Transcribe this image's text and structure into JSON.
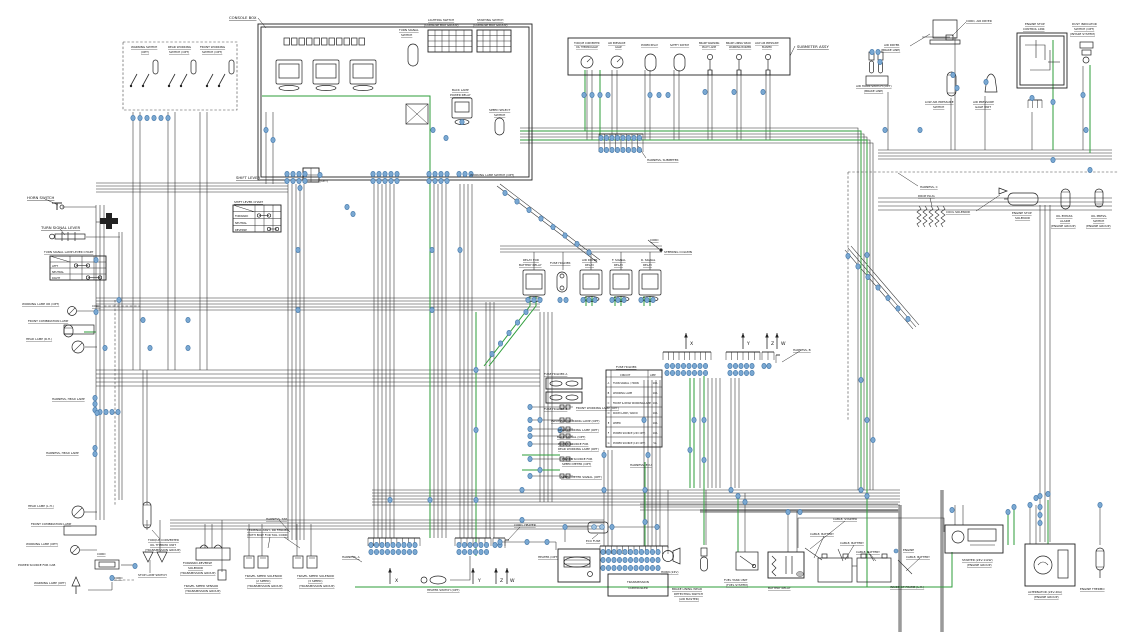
{
  "optbox": {
    "warning_l1": "WARNING SWITCH",
    "warning_l2": "(OPT)",
    "rear_l1": "REAR WORKING",
    "rear_l2": "SWITCH (OPT)",
    "front_l1": "FRONT WORKING",
    "front_l2": "SWITCH (OPT)"
  },
  "console": {
    "title": "CONSOLE BOX",
    "lighting_l1": "LIGHTING SWITCH",
    "lighting_l2": "(CONSOLE BOX GROUP)",
    "starting_l1": "STARTING SWITCH",
    "starting_l2": "(CONSOLE BOX GROUP)",
    "turn_l1": "TURN SIGNAL",
    "turn_l2": "SWITCH",
    "back_relay_l1": "BACK LAMP",
    "back_relay_l2": "POWER RELAY",
    "speed_sel_l1": "SPEED SELECT",
    "speed_sel_l2": "SWITCH",
    "work_sw": "WORKING LAMP SWITCH (OPT)",
    "opt_tag": "(OPT)"
  },
  "submeter": {
    "title": "SUBMETER ASSY",
    "g1_l1": "TORQUE CONVERTER",
    "g1_l2": "OIL THERMOGAGE",
    "g2_l1": "AIR PRESSURE",
    "g2_l2": "GAGE",
    "g3": "POWER RELAY",
    "g4": "SAFETY SWITCH",
    "g5_l1": "BRAKE WARNING",
    "g5_l2": "PILOT LAMP",
    "g6_l1": "BRAKE LINING WEAR",
    "g6_l2": "WARNING BUZZER",
    "g7_l1": "LOW AIR PRESSURE",
    "g7_l2": "BUZZER"
  },
  "topright": {
    "cord_air_dryer": "CORD, AIR DRYER",
    "air_dryer_l1": "AIR DRYER",
    "air_dryer_l2": "(BRAKE LINE)",
    "esl_l1": "ENGINE STOP",
    "esl_l2": "CONTROL LINK",
    "dust_l1": "DUST INDICATOR",
    "dust_l2": "SWITCH (OPT)",
    "dust_l3": "(INTAKE SYSTEM)",
    "airhorn_l1": "AIR HORN SWITCH (OPT)",
    "airhorn_l2": "(BRAKE LINE)",
    "lowair_l1": "LOW AIR PRESSURE",
    "lowair_l2": "SWITCH",
    "gageunit_l1": "AIR PRESSURE",
    "gageunit_l2": "GAGE UNIT"
  },
  "right": {
    "harness_c": "HARNESS, C",
    "drop_plug": "DROP PLUG",
    "cool_sol": "COOL SOLENOID",
    "ess_l1": "ENGINE STOP",
    "ess_l2": "SOLENOID",
    "bypass_l1": "OIL BYPASS",
    "bypass_l2": "ALARM",
    "bypass_l3": "(ENGINE GROUP)",
    "press_l1": "OIL PRESS.",
    "press_l2": "SWITCH",
    "press_l3": "(ENGINE GROUP)"
  },
  "left": {
    "horn_switch": "HORN SWITCH",
    "turn_lever": "TURN SIGNAL LEVER",
    "working_top": "WORKING LAMP OR (OPT)",
    "cord1": "CORD",
    "fcl_top": "FRONT COMBINATION LAMP",
    "head_rh": "HEAD LAMP (R.H.)",
    "harness_h1": "HARNESS, HEAD LAMP",
    "harness_h2": "HARNESS, HEAD LAMP",
    "head_lh": "HEAD LAMP (L.H.)",
    "fcl_bot": "FRONT COMBINATION LAMP",
    "working_bot": "WORKING LAMP (OPT)",
    "cord2": "CORD",
    "power_cab": "POWER SOURCE FOR CAB",
    "warning_lamp": "WARNING LAMP (OPT)",
    "cord3": "CORD"
  },
  "charts": {
    "turn": {
      "title": "TURN SIGNAL LAMP LEVER CHART",
      "rows": [
        "LEFT",
        "NEUTRAL",
        "RIGHT"
      ]
    },
    "shift": {
      "title": "SHIFT LEVER CHART",
      "rows": [
        "FORWARD",
        "NEUTRAL",
        "REVERSE"
      ]
    }
  },
  "center": {
    "shift_lever": "SHIFT LEVER",
    "cord4": "CORD",
    "steering": "STEERING COLUMN",
    "harness_submeter": "HARNESS, SUBMETER",
    "harness_ecu": "HARNESS, ECU",
    "fh_a": "FUSE HOLDER A",
    "fh_b": "FUSE HOLDER B"
  },
  "relays": {
    "batt_l1": "RELAY FOR",
    "batt_l2": "BATTERY RELAY",
    "fuse_holder": "FUSE HOLDER",
    "dryer_l1": "AIR DRYER",
    "dryer_l2": "RELAY",
    "fsig_l1": "F. SIGNAL",
    "fsig_l2": "RELAY",
    "rsig_l1": "R. SIGNAL",
    "rsig_l2": "RELAY"
  },
  "fuse": {
    "title": "FUSE HOLDER",
    "col_circuit": "CIRCUIT",
    "col_amp": "AMP",
    "rows": [
      {
        "id": "A",
        "circuit": "TURN SIGNAL / HORN",
        "amp": "10A"
      },
      {
        "id": "B",
        "circuit": "WORKING LAMP",
        "amp": "10A"
      },
      {
        "id": "C",
        "circuit": "FRONT & REAR WORKING LAMP",
        "amp": "10A"
      },
      {
        "id": "D",
        "circuit": "ROOM LAMP / RADIO",
        "amp": "10A"
      },
      {
        "id": "E",
        "circuit": "WIPER",
        "amp": "10A"
      },
      {
        "id": "F",
        "circuit": "POWER SOURCE (24V OPT)",
        "amp": "10A"
      },
      {
        "id": "G",
        "circuit": "POWER SOURCE (12V OPT)",
        "amp": "5A"
      }
    ]
  },
  "opts": {
    "front_working": "FRONT WORKING LAMP (OPT)",
    "input_working": "INPUT FOR WORKING LAMP (OPT)",
    "rear_working": "REAR WORKING LAMP (OPT)",
    "back_sign": "BACK SIGNAL (OPT)",
    "ps_rear_l1": "POWER SOURCE FOR",
    "ps_rear_l2": "REAR WORKING LAMP (OPT)",
    "ps_speed_l1": "POWER SOURCE FOR",
    "ps_speed_l2": "SPEED METER (OPT)",
    "speed_sig": "SPEED METER SIGNAL (OPT)"
  },
  "connectors": {
    "x": "X",
    "y": "Y",
    "z": "Z",
    "w": "W"
  },
  "harness": {
    "a": "HARNESS, A",
    "b": "HARNESS, B",
    "tm": "HARNESS, T/M"
  },
  "bottomleft": {
    "tct_l1": "TORQUE CONVERTER",
    "tct_l2": "OIL THERMO UNIT",
    "tct_l3": "(TRANSMISSION GROUP)",
    "stop_lamp": "STOP LAMP SWITCH",
    "frs_l1": "FORWARD-REVERSE",
    "frs_l2": "SOLENOID",
    "frs_l3": "(TRANSMISSION GROUP)",
    "tss_l1": "TRAVEL SPEED SENSOR",
    "tss_l2": "(TRANSMISSION GROUP)",
    "ts2_l1": "TRAVEL SPEED SOLENOID",
    "ts2_l2": "(2 SPEED)",
    "ts2_l3": "(TRANSMISSION GROUP)",
    "ts3_l1": "TRAVEL SPEED SOLENOID",
    "ts3_l2": "(3 SPEED)",
    "ts3_l3": "(TRANSMISSION GROUP)",
    "term_l1": "TERMINAL ASSY, RR FENDER",
    "term_l2": "(WITH BOLT FOR TAIL CORD)"
  },
  "bottom": {
    "cord_heater": "CORD, HEATER",
    "heater": "HEATER (OPT)",
    "heater_switch": "HEATER SWITCH (OPT)",
    "ecu_fuse": "ECU FUSE",
    "tmc_l1": "TRANSMISSION",
    "tmc_l2": "CONTROLLER",
    "horn": "HORN (24V)",
    "brake_l1": "BRAKE LINING WEAR",
    "brake_l2": "DETECTING SWITCH",
    "brake_l3": "(AIR MASTER)",
    "fuel_l1": "FUEL TANK UNIT",
    "fuel_l2": "(FUEL SYSTEM)"
  },
  "engine": {
    "battery_relay": "BATTERY RELAY",
    "cable_starter": "CABLE, STARTER",
    "cable_b1": "CABLE, BATTERY",
    "cable_b2": "CABLE, BATTERY",
    "cable_b3": "CABLE, BATTERY",
    "cable_b4": "CABLE, BATTERY",
    "engine": "ENGINE",
    "inside_frame": "INSIDE OF FRAME (L.H.)",
    "starter_l1": "STARTER (24V-11kW)",
    "starter_l2": "(ENGINE GROUP)",
    "alt_l1": "ALTERNATOR (24V-40A)",
    "alt_l2": "(ENGINE GROUP)",
    "thermo": "ENGINE THERMO"
  },
  "colors": {
    "wire": "#2b2b2b",
    "green": "#2e9e3a",
    "connector": "#7aa8d2",
    "frame": "#9a9a9a"
  }
}
